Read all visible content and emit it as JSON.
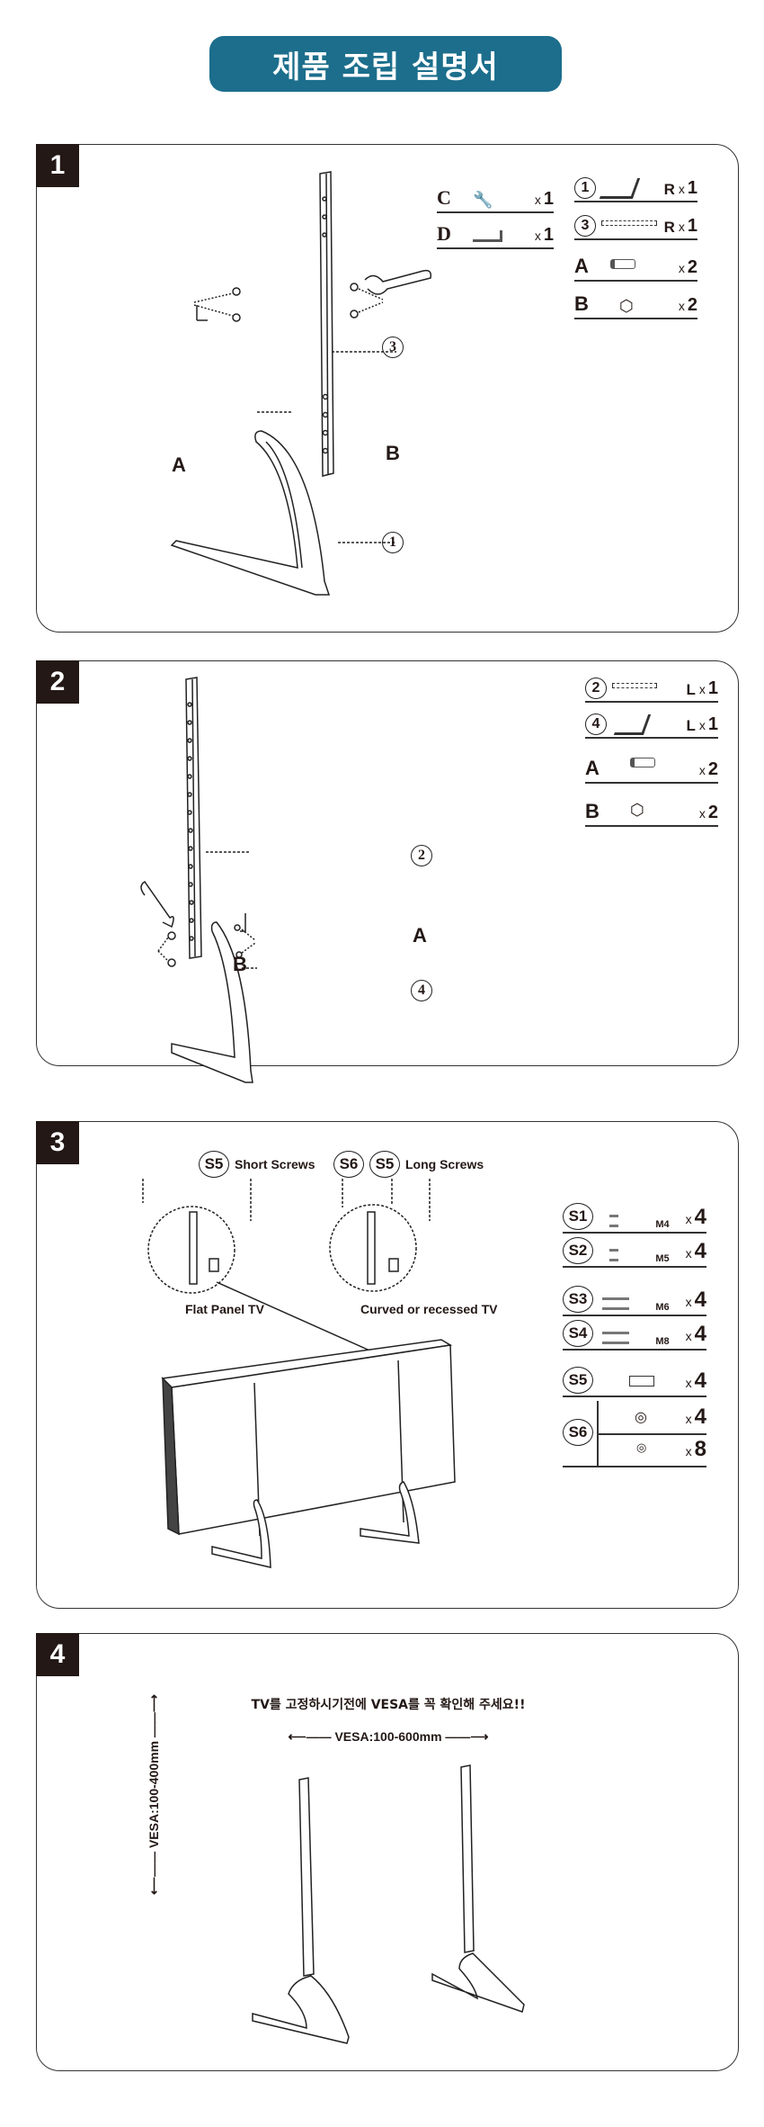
{
  "title": "제품 조립 설명서",
  "colors": {
    "title_bg": "#1c6e8c",
    "badge_bg": "#231815"
  },
  "steps": [
    {
      "number": "1",
      "tools": [
        {
          "label": "C",
          "icon": "wrench-icon",
          "qty": "1"
        },
        {
          "label": "D",
          "icon": "hex-key-icon",
          "qty": "1"
        }
      ],
      "parts": [
        {
          "label": "1",
          "icon": "base-leg-icon",
          "side": "R",
          "qty": "1"
        },
        {
          "label": "3",
          "icon": "upright-bar-icon",
          "side": "R",
          "qty": "1"
        },
        {
          "label": "A",
          "icon": "bolt-icon",
          "side": "",
          "qty": "2"
        },
        {
          "label": "B",
          "icon": "nut-icon",
          "side": "",
          "qty": "2"
        }
      ],
      "callouts": {
        "a": "A",
        "b": "B",
        "part_upper": "3",
        "part_lower": "1"
      }
    },
    {
      "number": "2",
      "parts": [
        {
          "label": "2",
          "icon": "upright-bar-icon",
          "side": "L",
          "qty": "1"
        },
        {
          "label": "4",
          "icon": "base-leg-icon",
          "side": "L",
          "qty": "1"
        },
        {
          "label": "A",
          "icon": "bolt-icon",
          "side": "",
          "qty": "2"
        },
        {
          "label": "B",
          "icon": "nut-icon",
          "side": "",
          "qty": "2"
        }
      ],
      "callouts": {
        "a": "A",
        "b": "B",
        "part_upper": "2",
        "part_lower": "4"
      }
    },
    {
      "number": "3",
      "short_tag": "S5",
      "short_screws": "Short Screws",
      "s6_tag": "S6",
      "long_tag": "S5",
      "long_screws": "Long Screws",
      "flat_panel": "Flat Panel TV",
      "curved": "Curved or recessed TV",
      "screws": [
        {
          "label": "S1",
          "size": "M4",
          "qty": "4"
        },
        {
          "label": "S2",
          "size": "M5",
          "qty": "4"
        },
        {
          "label": "S3",
          "size": "M6",
          "qty": "4"
        },
        {
          "label": "S4",
          "size": "M8",
          "qty": "4"
        },
        {
          "label": "S5",
          "size": "",
          "qty": "4"
        },
        {
          "label": "S6",
          "size": "",
          "qty": "4",
          "qty2": "8"
        }
      ]
    },
    {
      "number": "4",
      "notice": "TV를 고정하시기전에 VESA를 꼭 확인해 주세요!!",
      "vesa_h": "VESA:100-600mm",
      "vesa_v": "VESA:100-400mm"
    }
  ],
  "times_symbol": "x"
}
